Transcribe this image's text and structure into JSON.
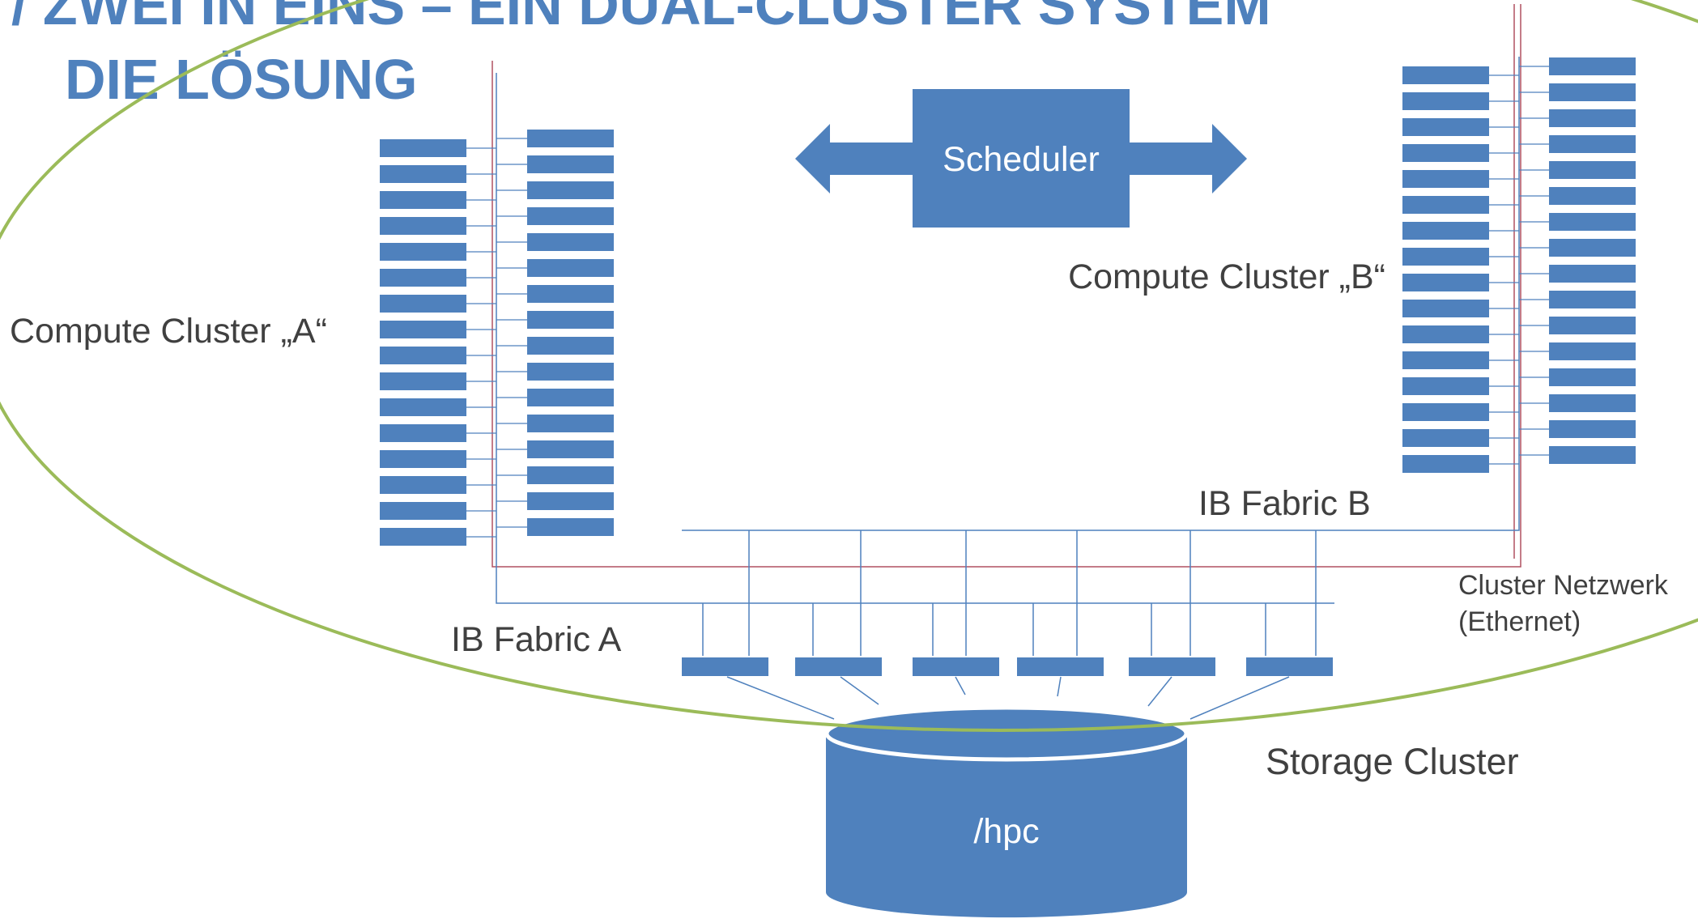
{
  "slide": {
    "title_line1": "/ ZWEI IN EINS – EIN DUAL-CLUSTER SYSTEM",
    "title_line2": "DIE LÖSUNG"
  },
  "labels": {
    "scheduler": "Scheduler",
    "cluster_a": "Compute Cluster „A“",
    "cluster_b": "Compute Cluster „B“",
    "ib_fabric_a": "IB Fabric A",
    "ib_fabric_b": "IB Fabric B",
    "cluster_network_line1": "Cluster Netzwerk",
    "cluster_network_line2": "(Ethernet)",
    "storage_cluster": "Storage Cluster",
    "storage_mount": "/hpc"
  },
  "structure": {
    "cluster_a_node_columns": [
      16,
      16
    ],
    "cluster_b_node_columns": [
      16,
      16
    ],
    "storage_switch_count": 6
  },
  "colors": {
    "title": "#4f81bd",
    "node_fill": "#4f81bd",
    "text": "#404040",
    "white_text": "#ffffff",
    "ellipse": "#9bbb59",
    "ethernet_line": "#b05060",
    "fabric_line": "#4f81bd"
  }
}
